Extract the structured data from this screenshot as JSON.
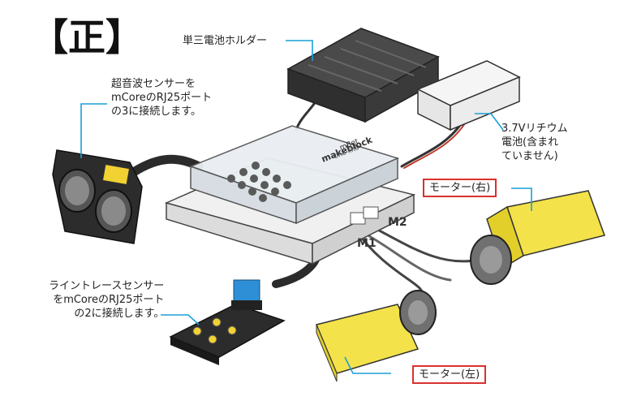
{
  "title": "【正】",
  "labels": {
    "battery_holder": "単三電池ホルダー",
    "lithium_battery": [
      "3.7Vリチウム",
      "電池(含まれ",
      "ていません)"
    ],
    "ultrasonic": [
      "超音波センサーを",
      "mCoreのRJ25ポート",
      "の3に接続します。"
    ],
    "line_follower": [
      "ライントレースセンサー",
      "をmCoreのRJ25ポート",
      "の2に接続します。"
    ],
    "motor_right": "モーター(右)",
    "motor_left": "モーター(左)",
    "port_m1": "M1",
    "port_m2": "M2"
  },
  "board_text": {
    "brand": "makeblock",
    "model": "mBot",
    "sub": "One kits"
  },
  "colors": {
    "callout_line": "#1a9fd8",
    "highlight_border": "#d8322f",
    "motor_yellow": "#f3e24a",
    "sensor_yellow": "#f2d233",
    "sensor_blue": "#2e8fd6",
    "battery_black": "#3a3a3a"
  }
}
